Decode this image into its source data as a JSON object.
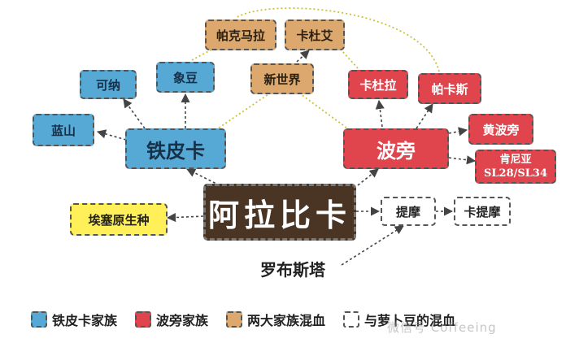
{
  "nodes": {
    "arabica": "阿拉比卡",
    "typica": "铁皮卡",
    "bourbon": "波旁",
    "blue_mountain": "蓝山",
    "kona": "可纳",
    "maragogype": "象豆",
    "mundo_novo": "新世界",
    "pacamara": "帕克马拉",
    "catuai": "卡杜艾",
    "caturra": "卡杜拉",
    "pacas": "帕卡斯",
    "yellow_bourbon": "黄波旁",
    "kenya_line1": "肯尼亚",
    "kenya_line2": "SL28/SL34",
    "ethiopia": "埃塞原生种",
    "timor": "提摩",
    "catimor": "卡提摩",
    "robusta": "罗布斯塔"
  },
  "legend": [
    {
      "label": "铁皮卡家族",
      "color": "#56a9d4"
    },
    {
      "label": "波旁家族",
      "color": "#e0444c"
    },
    {
      "label": "两大家族混血",
      "color": "#dca86e"
    },
    {
      "label": "与萝卜豆的混血",
      "color": "#ffffff"
    }
  ],
  "watermark": "微信号 Coffeeing",
  "colors": {
    "typica_family": "#56a9d4",
    "bourbon_family": "#e0444c",
    "hybrid": "#dca86e",
    "robusta_hybrid": "#ffffff",
    "arabica": "#4a3524",
    "ethiopia": "#fff05a"
  }
}
